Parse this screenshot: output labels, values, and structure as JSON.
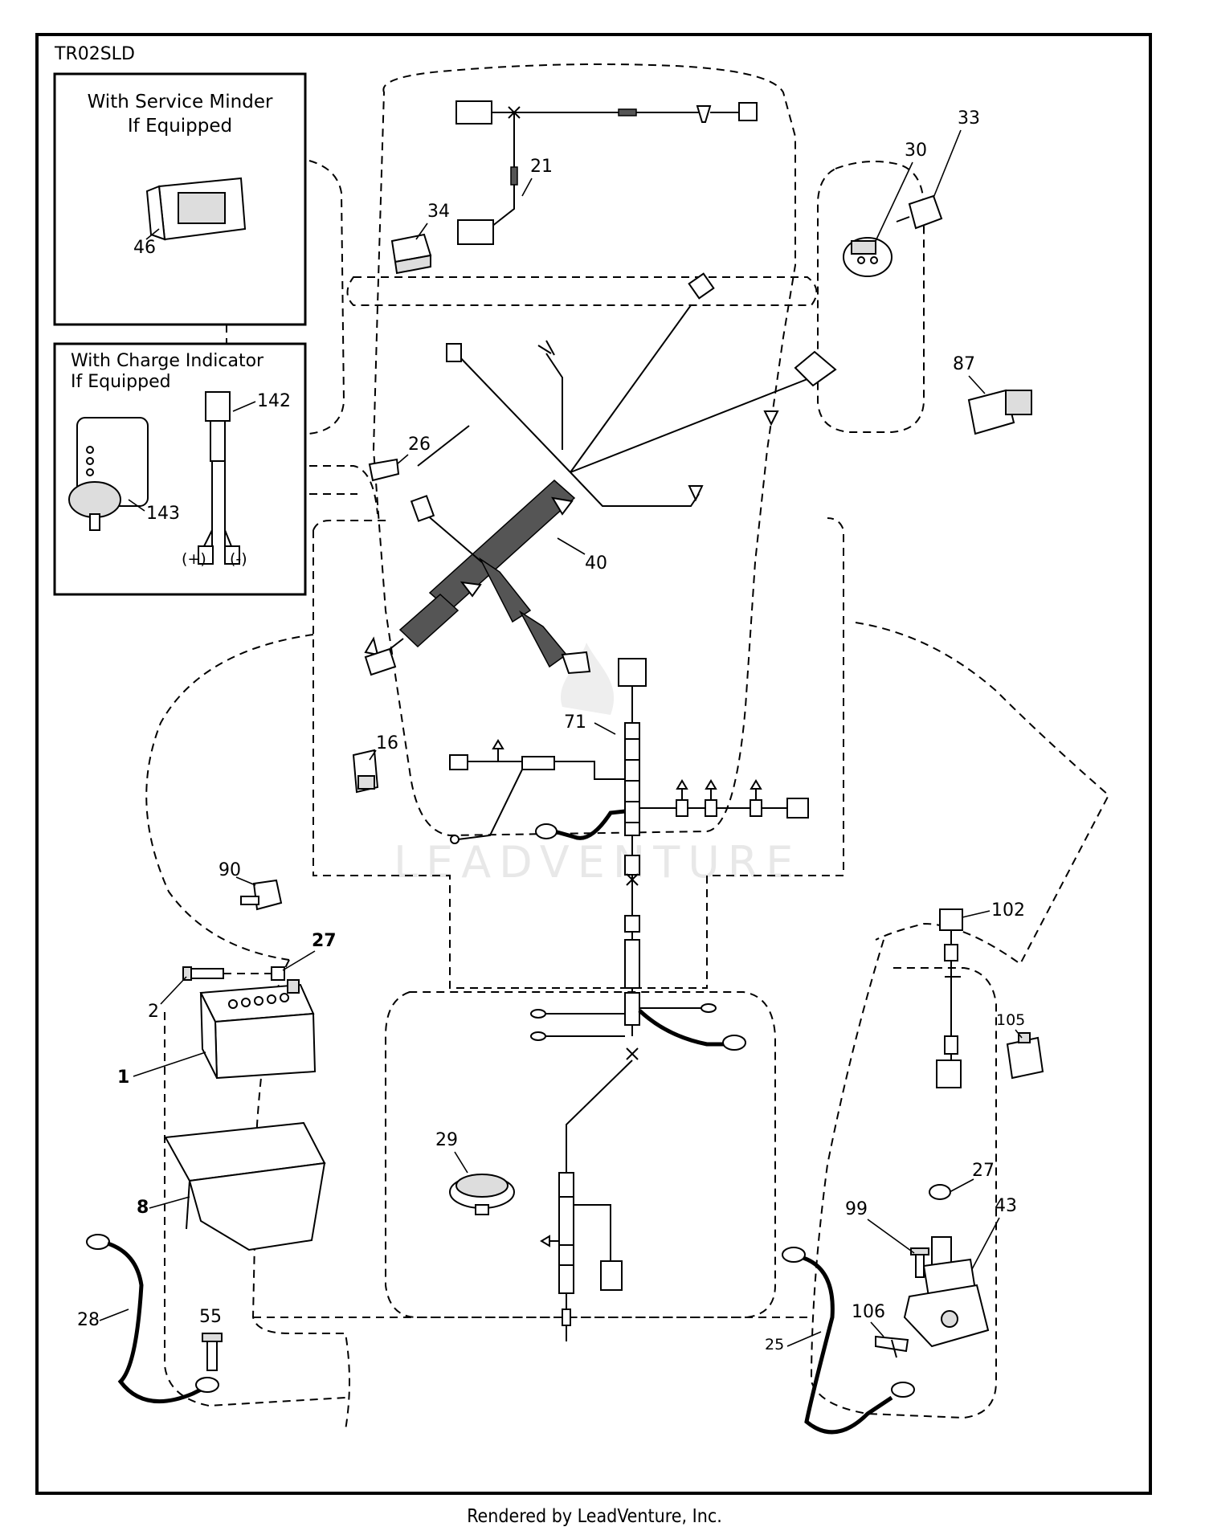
{
  "diagram_code": "TR02SLD",
  "insets": {
    "service_minder": {
      "title_line1": "With Service Minder",
      "title_line2": "If Equipped"
    },
    "charge_indicator": {
      "title_line1": "With Charge Indicator",
      "title_line2": "If Equipped",
      "plus_label": "(+)",
      "minus_label": "(-)"
    }
  },
  "callouts": {
    "p1": "1",
    "p2": "2",
    "p8": "8",
    "p16": "16",
    "p21": "21",
    "p25": "25",
    "p26": "26",
    "p27a": "27",
    "p27b": "27",
    "p28": "28",
    "p29": "29",
    "p30": "30",
    "p33": "33",
    "p34": "34",
    "p40": "40",
    "p43": "43",
    "p46": "46",
    "p55": "55",
    "p71": "71",
    "p87": "87",
    "p90": "90",
    "p99": "99",
    "p102": "102",
    "p105": "105",
    "p106": "106",
    "p142": "142",
    "p143": "143"
  },
  "watermark": "LEADVENTURE",
  "footer": "Rendered by LeadVenture, Inc."
}
